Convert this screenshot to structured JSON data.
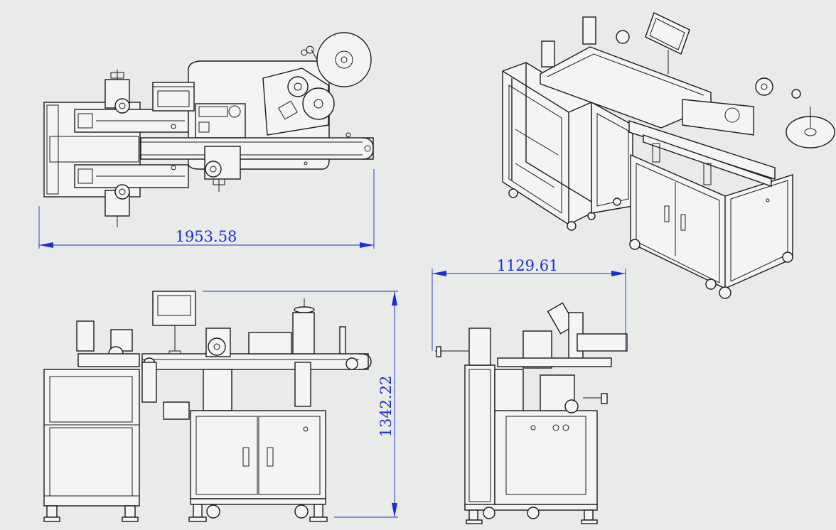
{
  "colors": {
    "background": "#e9ebe8",
    "line": "#1b1b1b",
    "dimension": "#1f2bd6"
  },
  "dimensions": {
    "top_view_width": "1953.58",
    "side_view_depth": "1129.61",
    "front_view_height": "1342.22"
  }
}
